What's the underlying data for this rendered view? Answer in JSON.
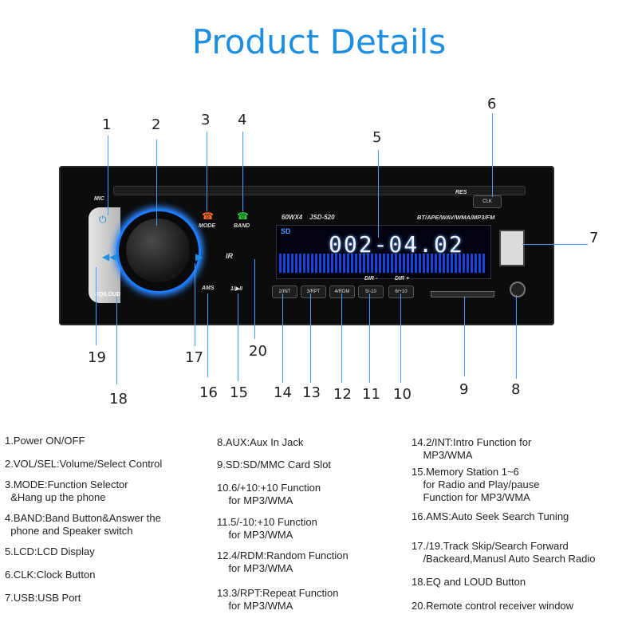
{
  "title": "Product Details",
  "unit": {
    "mic": "MIC",
    "res": "RES",
    "clk": "CLK",
    "mode": "MODE",
    "band": "BAND",
    "power_rating": "60WX4",
    "model": "JSD-520",
    "formats": "BT/APE/WAV/WMA/MP3/FM",
    "lcd_text": "002-04.02",
    "lcd_sd": "SD",
    "ir": "IR",
    "ams": "AMS",
    "play": "1/▶II",
    "eq_loud": "EQ/LOUD",
    "dir_minus": "DIR -",
    "dir_plus": "DIR +",
    "buttons": [
      "2/INT",
      "3/RPT",
      "4/RDM",
      "5/-10",
      "6/+10"
    ]
  },
  "callouts": [
    "1",
    "2",
    "3",
    "4",
    "5",
    "6",
    "7",
    "8",
    "9",
    "10",
    "11",
    "12",
    "13",
    "14",
    "15",
    "16",
    "17",
    "18",
    "19",
    "20"
  ],
  "descriptions": {
    "col1": [
      "1.Power ON/OFF",
      "2.VOL/SEL:Volume/Select Control",
      "3.MODE:Function Selector\n  &Hang up the phone",
      "4.BAND:Band Button&Answer the\n  phone and Speaker switch",
      "5.LCD:LCD Display",
      "6.CLK:Clock Button",
      "7.USB:USB Port"
    ],
    "col2": [
      "8.AUX:Aux In Jack",
      "9.SD:SD/MMC Card Slot",
      "10.6/+10:+10 Function\n    for MP3/WMA",
      "11.5/-10:+10 Function\n    for MP3/WMA",
      "12.4/RDM:Random Function\n    for MP3/WMA",
      "13.3/RPT:Repeat Function\n    for MP3/WMA"
    ],
    "col3": [
      "14.2/INT:Intro Function for\n    MP3/WMA",
      "15.Memory Station 1~6\n    for Radio and Play/pause\n    Function for MP3/WMA",
      "16.AMS:Auto Seek Search Tuning",
      "17./19.Track Skip/Search Forward\n    /Backeard,Manusl Auto Search Radio",
      "18.EQ and LOUD Button",
      "20.Remote control receiver window"
    ]
  },
  "colors": {
    "accent": "#1e8fe0",
    "leader": "#4a9cff"
  }
}
